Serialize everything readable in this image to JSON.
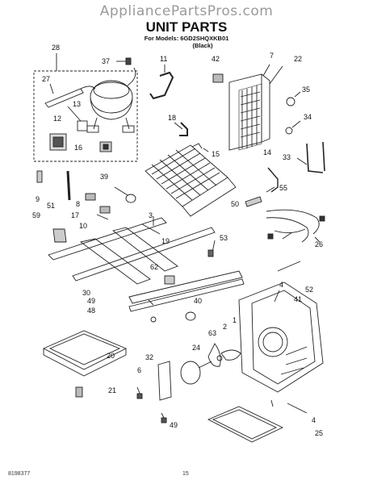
{
  "header": {
    "site": "AppliancePartsPros.com",
    "title": "UNIT PARTS",
    "models_line1": "For Models: 6GD2SHQXKB01",
    "models_line2": "(Black)"
  },
  "callouts": [
    "28",
    "37",
    "11",
    "42",
    "7",
    "22",
    "27",
    "13",
    "35",
    "12",
    "18",
    "34",
    "16",
    "15",
    "14",
    "33",
    "39",
    "55",
    "9",
    "51",
    "8",
    "50",
    "17",
    "10",
    "3",
    "59",
    "19",
    "53",
    "26",
    "62",
    "30",
    "4",
    "52",
    "49",
    "40",
    "41",
    "48",
    "63",
    "2",
    "1",
    "24",
    "32",
    "20",
    "6",
    "21",
    "49",
    "4",
    "25"
  ],
  "footer": {
    "doc_number": "8198377",
    "page_number": "15"
  }
}
